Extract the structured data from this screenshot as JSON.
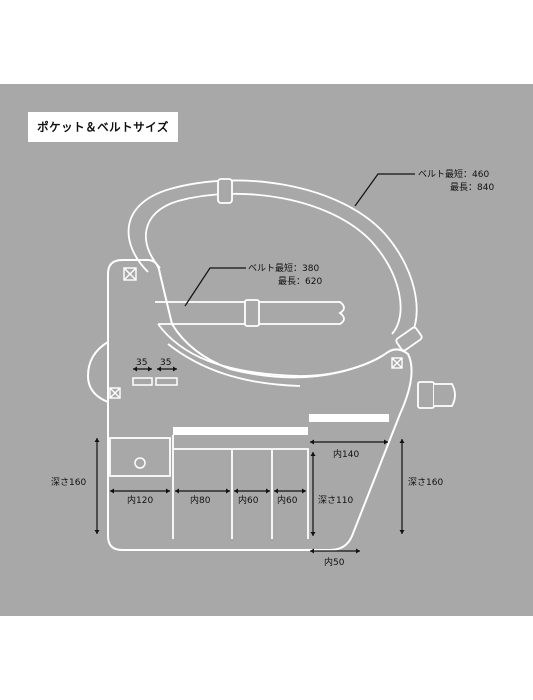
{
  "title": "ポケット＆ベルトサイズ",
  "colors": {
    "background": "#a8a8a8",
    "line": "#ffffff",
    "text": "#111111",
    "dim": "#111111"
  },
  "labels": {
    "long_belt_min": "ベルト最短：460",
    "long_belt_max": "最長：840",
    "short_belt_min": "ベルト最短：380",
    "short_belt_max": "最長：620",
    "slot_a": "35",
    "slot_b": "35",
    "depth_left": "深さ160",
    "depth_right": "深さ160",
    "pocket_120": "内120",
    "pocket_80": "内80",
    "pocket_60a": "内60",
    "pocket_60b": "内60",
    "inner_140": "内140",
    "depth_110": "深さ110",
    "inner_50": "内50"
  }
}
